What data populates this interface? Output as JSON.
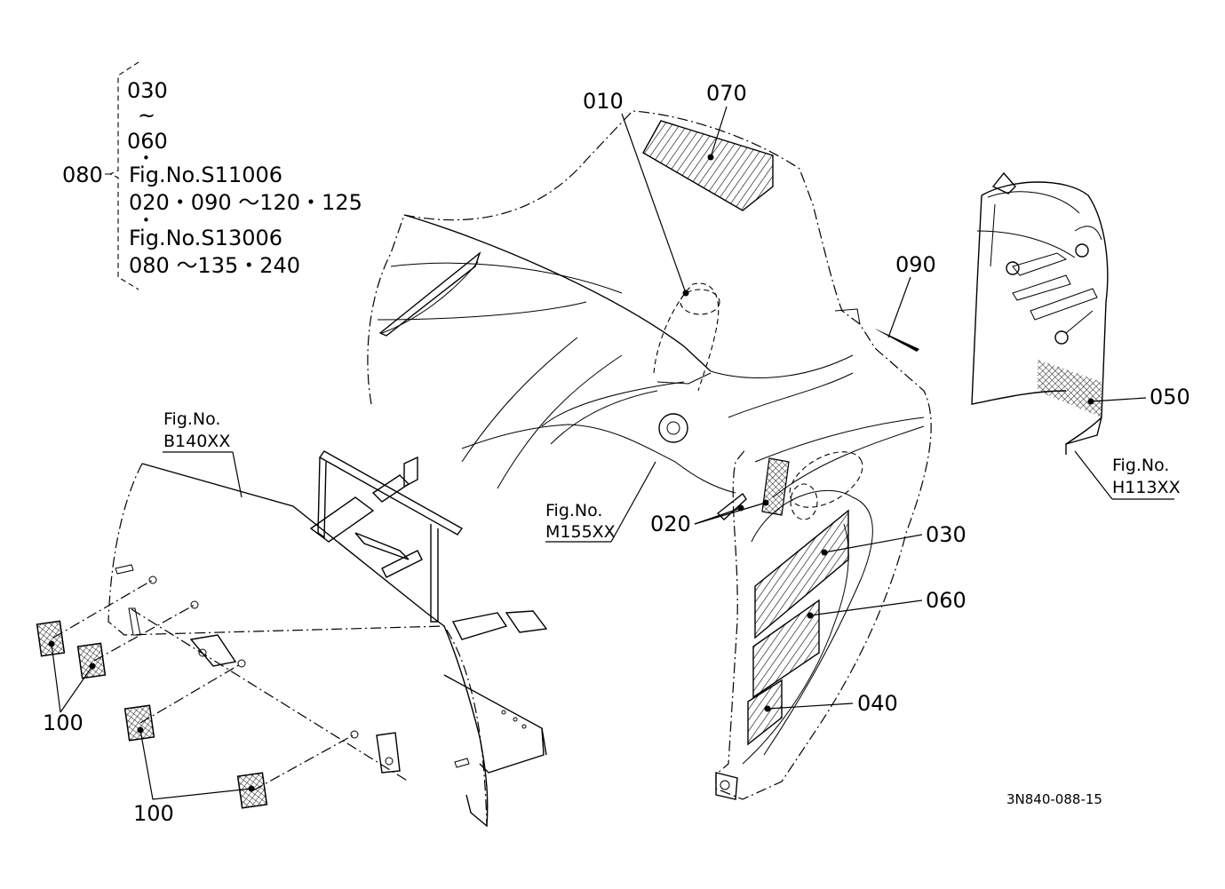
{
  "callouts": {
    "c010": "010",
    "c070": "070",
    "c090": "090",
    "c050": "050",
    "c020": "020",
    "c030": "030",
    "c060": "060",
    "c040": "040",
    "c100a": "100",
    "c100b": "100"
  },
  "group_note": {
    "ref": "080",
    "lines": [
      "030",
      "~",
      "060",
      "•",
      "Fig.No.S11006",
      "020・090 ～120・125",
      "•",
      "Fig.No.S13006",
      "080 ～135・240"
    ]
  },
  "figure_refs": {
    "b140": {
      "label": "Fig.No.",
      "code": "B140XX"
    },
    "m155": {
      "label": "Fig.No.",
      "code": "M155XX"
    },
    "h113": {
      "label": "Fig.No.",
      "code": "H113XX"
    }
  },
  "drawing_number": "3N840-088-15"
}
